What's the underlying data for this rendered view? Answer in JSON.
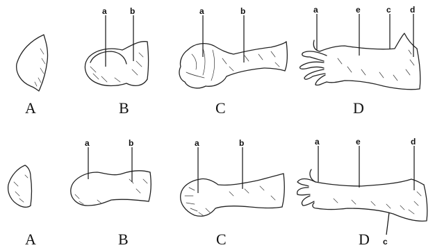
{
  "figure": {
    "top_row": {
      "panels": [
        {
          "label": "A",
          "leads": []
        },
        {
          "label": "B",
          "leads": [
            "a",
            "b"
          ]
        },
        {
          "label": "C",
          "leads": [
            "a",
            "b"
          ]
        },
        {
          "label": "D",
          "leads": [
            "a",
            "e",
            "c",
            "d"
          ]
        }
      ]
    },
    "bottom_row": {
      "panels": [
        {
          "label": "A",
          "leads": []
        },
        {
          "label": "B",
          "leads": [
            "a",
            "b"
          ]
        },
        {
          "label": "C",
          "leads": [
            "a",
            "b"
          ]
        },
        {
          "label": "D",
          "leads": [
            "a",
            "e",
            "d",
            "c"
          ]
        }
      ]
    }
  }
}
